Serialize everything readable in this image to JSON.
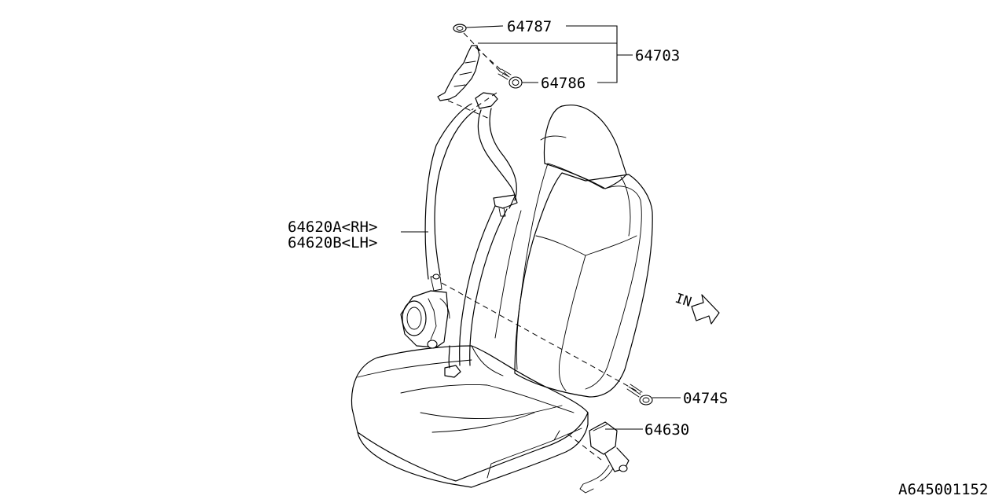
{
  "diagram": {
    "callouts": {
      "p64787": "64787",
      "p64703": "64703",
      "p64786": "64786",
      "p64620a": "64620A<RH>",
      "p64620b": "64620B<LH>",
      "p0474s": "0474S",
      "p64630": "64630"
    },
    "direction_label": "IN",
    "figure_id": "A645001152"
  }
}
